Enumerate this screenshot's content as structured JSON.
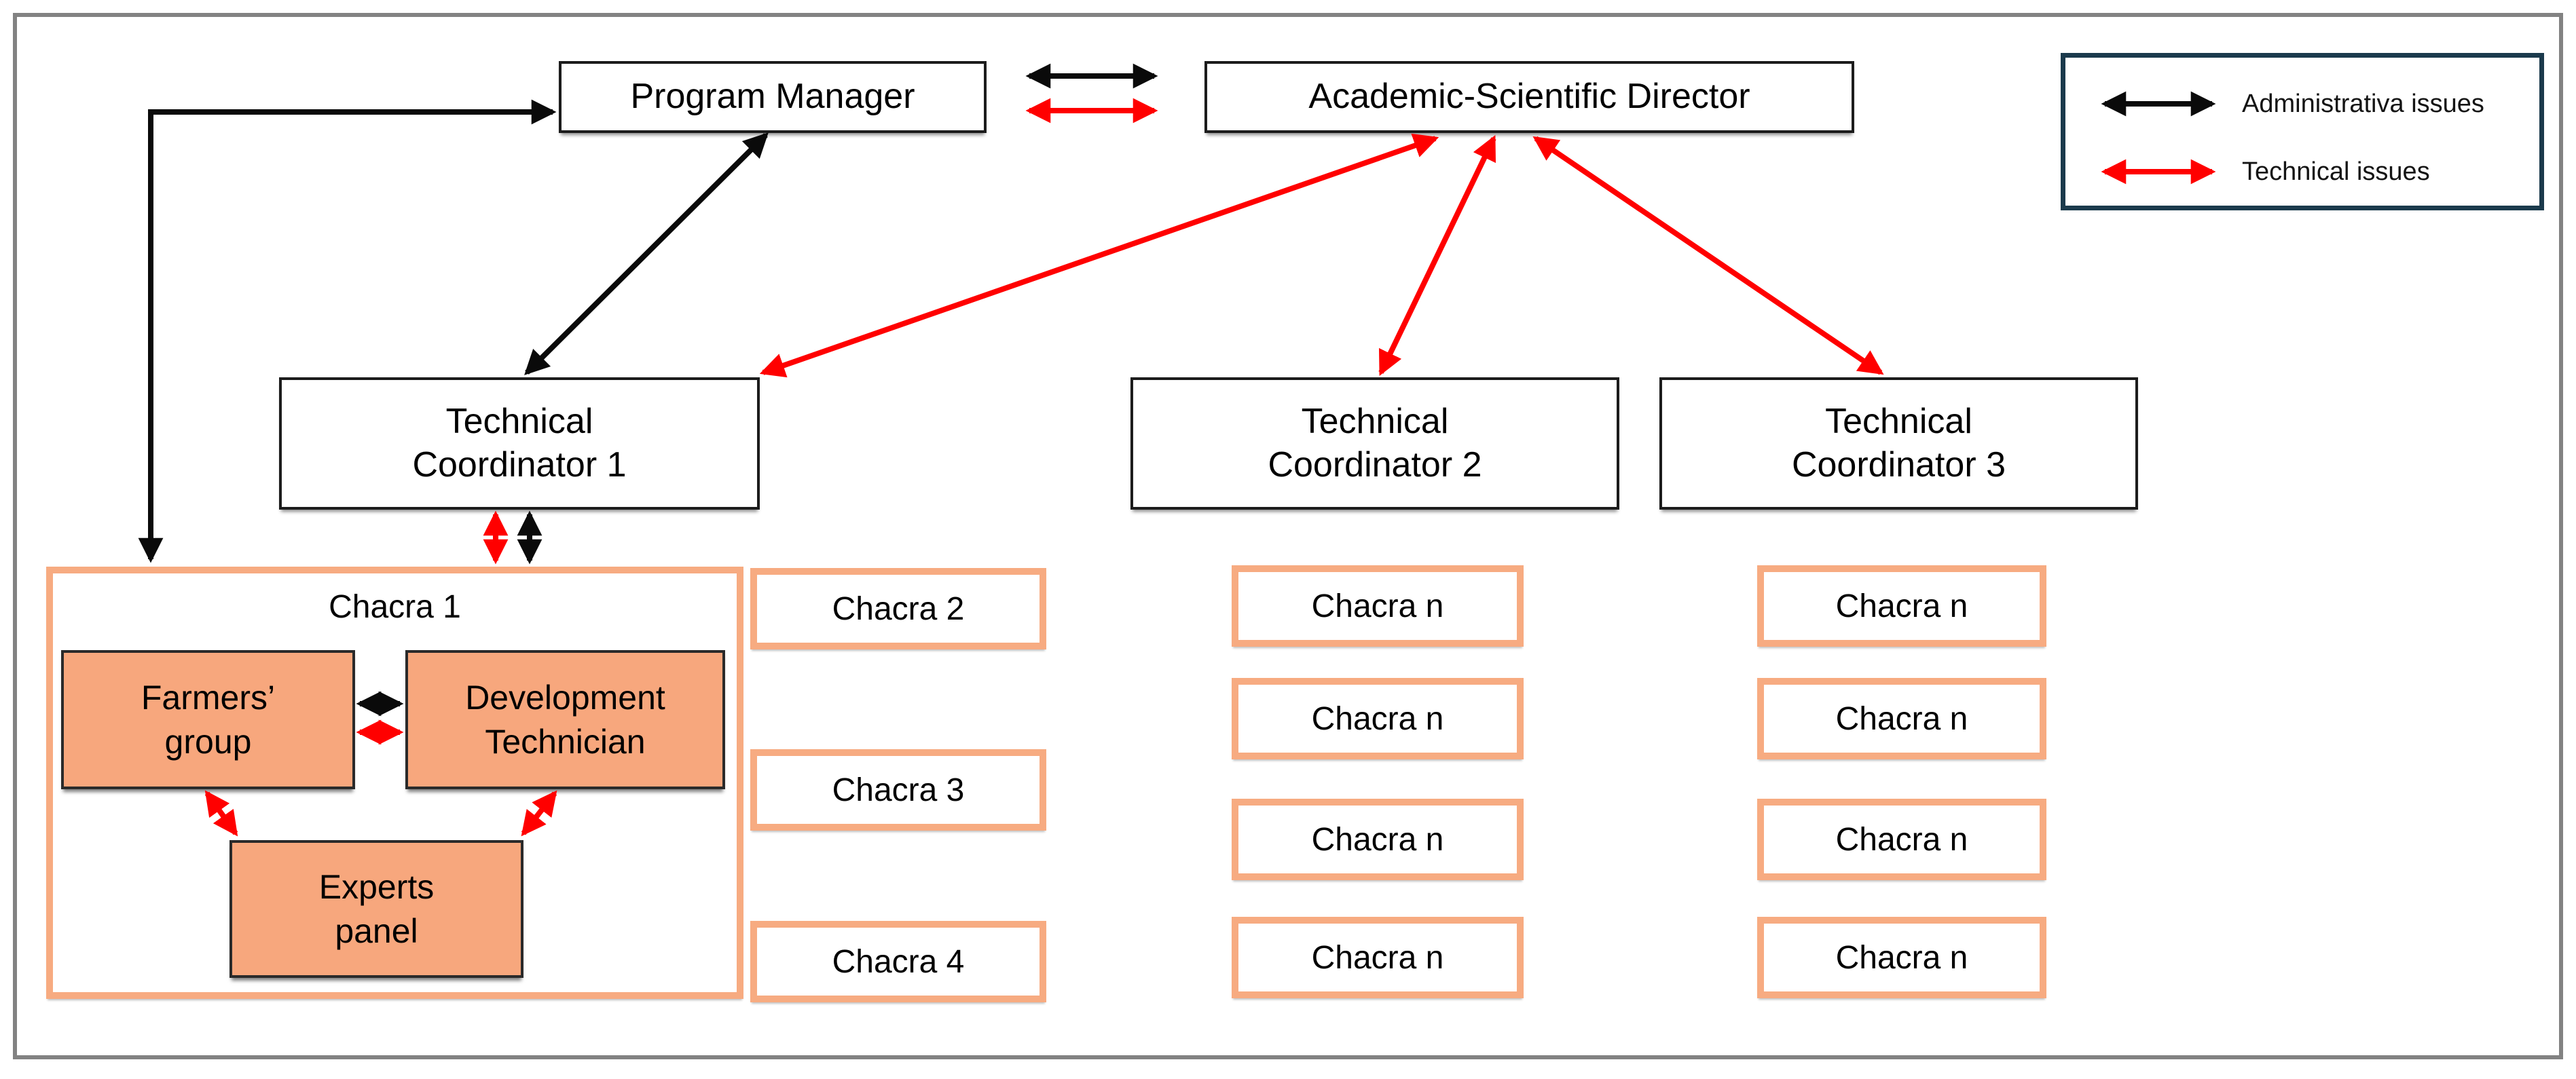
{
  "nodes": {
    "program_manager": {
      "label": "Program Manager"
    },
    "academic_scientific_director": {
      "label": "Academic-Scientific Director"
    },
    "technical_coordinator_1": {
      "label": "Technical\nCoordinator 1"
    },
    "technical_coordinator_2": {
      "label": "Technical\nCoordinator 2"
    },
    "technical_coordinator_3": {
      "label": "Technical\nCoordinator 3"
    },
    "chacra_1": {
      "label": "Chacra 1"
    },
    "farmers_group": {
      "label": "Farmers’\ngroup"
    },
    "development_technician": {
      "label": "Development\nTechnician"
    },
    "experts_panel": {
      "label": "Experts\npanel"
    }
  },
  "chacra_columns": {
    "under_tc1": [
      "Chacra 2",
      "Chacra 3",
      "Chacra 4"
    ],
    "under_tc2": [
      "Chacra n",
      "Chacra n",
      "Chacra n",
      "Chacra n"
    ],
    "under_tc3": [
      "Chacra n",
      "Chacra n",
      "Chacra n",
      "Chacra n"
    ]
  },
  "legend": {
    "administrative": {
      "label": "Administrativa issues",
      "color": "#000000"
    },
    "technical": {
      "label": "Technical issues",
      "color": "#ff0000"
    }
  },
  "colors": {
    "administrative_arrow": "#000000",
    "technical_arrow": "#ff0000",
    "chacra_border": "#f7ab81",
    "inner_node_fill": "#f7a77d",
    "legend_border": "#1b3a4c",
    "outer_frame": "#828282"
  }
}
